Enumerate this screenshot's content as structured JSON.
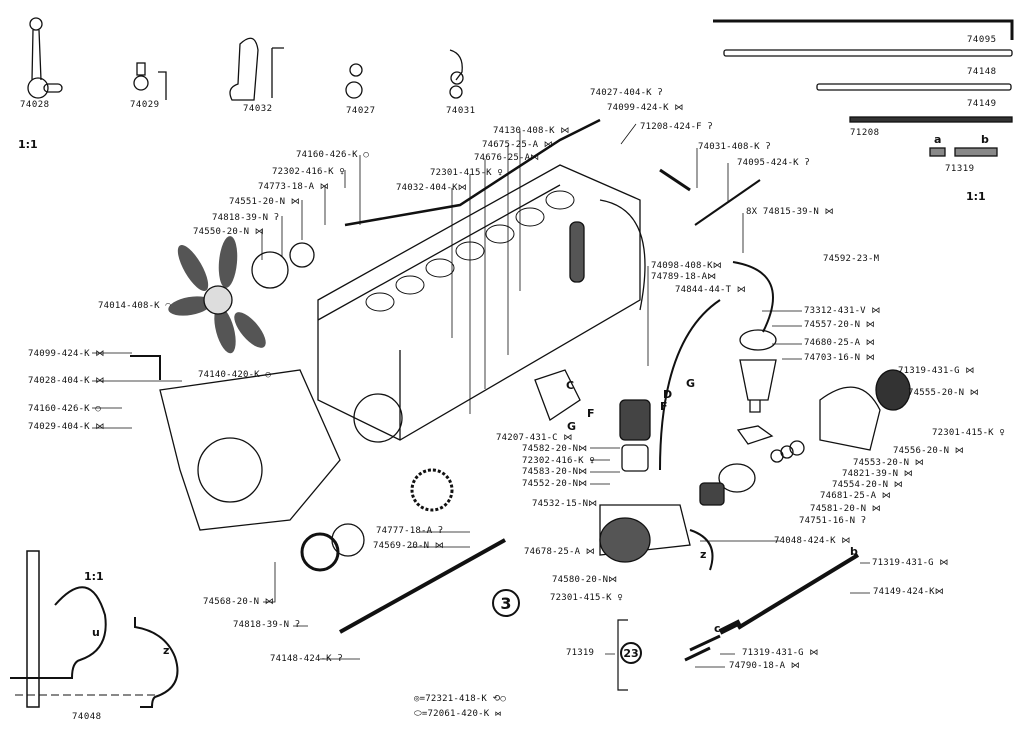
{
  "top_parts": [
    "74028",
    "74029",
    "74032",
    "74027",
    "74031"
  ],
  "rods": [
    "74095",
    "74148",
    "74149",
    "71208"
  ],
  "clamp_letters": {
    "a": "a",
    "b": "b"
  },
  "clamp_part": "71319",
  "scale_labels": [
    "1:1",
    "1:1",
    "1:1"
  ],
  "callouts": {
    "c01": "74160-426-K ○",
    "c02": "72302-416-K ♀",
    "c03": "74773-18-A ⋈",
    "c04": "74551-20-N ⋈",
    "c05": "74818-39-N ʔ",
    "c06": "74550-20-N ⋈",
    "c07": "74014-408-K ◠",
    "c08": "74099-424-K ⋈",
    "c09": "74028-404-K ⋈",
    "c10": "74160-426-K ○",
    "c11": "74029-404-K ⋈",
    "c12": "74140-420-K ○",
    "c13": "74027-404-K ʔ",
    "c14": "74099-424-K ⋈",
    "c15": "74130-408-K ⋈",
    "c16": "74675-25-A ⋈",
    "c17": "74676-25-A⋈",
    "c18": "72301-415-K ♀",
    "c19": "74032-404-K⋈",
    "c20": "71208-424-F ʔ",
    "c21": "74031-408-K ʔ",
    "c22": "74095-424-K ʔ",
    "c23": "8X 74815-39-N ⋈",
    "c24": "74592-23-M",
    "c25": "74098-408-K⋈",
    "c26": "74789-18-A⋈",
    "c27": "74844-44-T ⋈",
    "c28": "73312-431-V ⋈",
    "c29": "74557-20-N ⋈",
    "c30": "74680-25-A ⋈",
    "c31": "74703-16-N ⋈",
    "c32": "71319-431-G ⋈",
    "c33": "74555-20-N ⋈",
    "c34": "72301-415-K ♀",
    "c35": "74556-20-N ⋈",
    "c36": "74553-20-N ⋈",
    "c37": "74821-39-N ⋈",
    "c38": "74554-20-N ⋈",
    "c39": "74681-25-A ⋈",
    "c40": "74581-20-N ⋈",
    "c41": "74751-16-N ʔ",
    "c42": "74207-431-C ⋈",
    "c43": "74582-20-N⋈",
    "c44": "72302-416-K ♀",
    "c45": "74583-20-N⋈",
    "c46": "74552-20-N⋈",
    "c47": "74532-15-N⋈",
    "c48": "74678-25-A ⋈",
    "c49": "74580-20-N⋈",
    "c50": "72301-415-K ♀",
    "c51": "74048-424-K ⋈",
    "c52": "71319-431-G ⋈",
    "c53": "74149-424-K⋈",
    "c54": "71319-431-G ⋈",
    "c55": "74790-18-A ⋈",
    "c56": "71319",
    "c57": "74777-18-A ʔ",
    "c58": "74569-20-N ⋈",
    "c59": "74568-20-N ⋈",
    "c60": "74818-39-N ʔ",
    "c61": "74148-424-K ʔ"
  },
  "wire_letters": [
    "C",
    "D",
    "F",
    "F",
    "G",
    "G"
  ],
  "hose_letters": {
    "b": "b",
    "c": "c",
    "z": "z"
  },
  "group_numbers": {
    "main": "3",
    "sub": "23"
  },
  "legend": [
    "=72321-418-K ⟲○",
    "=72061-420-K ⋈"
  ],
  "template": {
    "part": "74048",
    "u": "u",
    "z": "z"
  }
}
